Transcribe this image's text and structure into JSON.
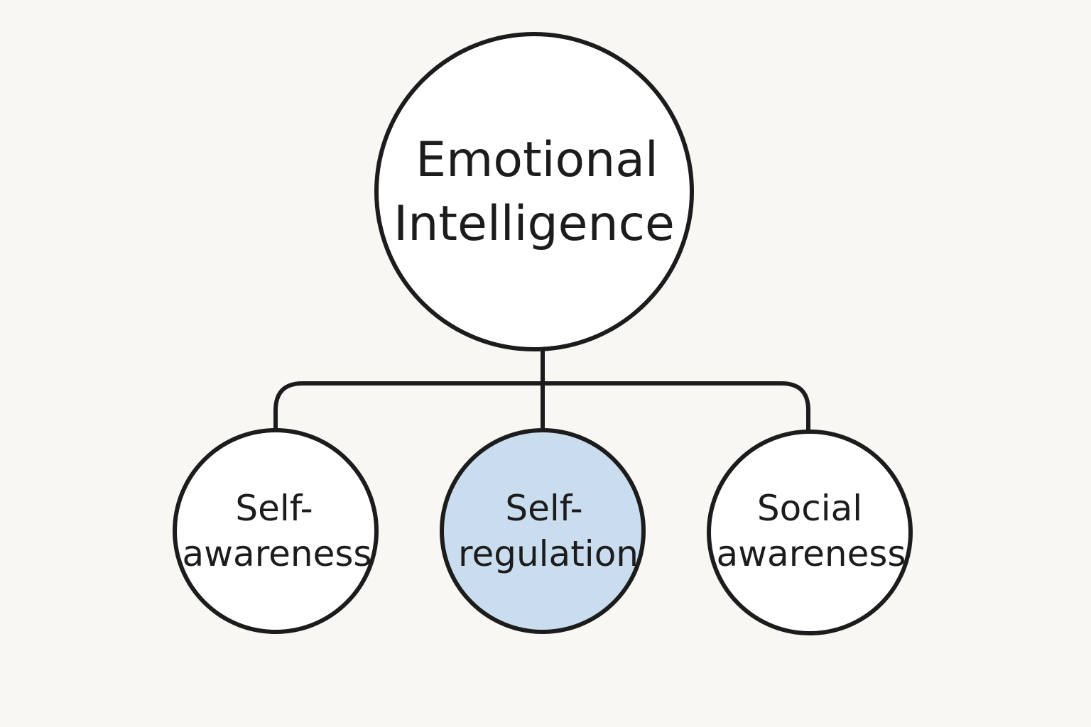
{
  "diagram": {
    "root": {
      "lines": [
        "Emotional",
        "Intelligence"
      ],
      "fill": "#ffffff"
    },
    "children": [
      {
        "lines": [
          "Self-",
          "awareness"
        ],
        "fill": "#ffffff",
        "highlighted": false
      },
      {
        "lines": [
          "Self-",
          "regulation"
        ],
        "fill": "#c9ddef",
        "highlighted": true
      },
      {
        "lines": [
          "Social",
          "awareness"
        ],
        "fill": "#ffffff",
        "highlighted": false
      }
    ],
    "colors": {
      "background": "#f8f7f3",
      "stroke": "#1c1c1c",
      "highlight": "#c9ddef"
    }
  }
}
